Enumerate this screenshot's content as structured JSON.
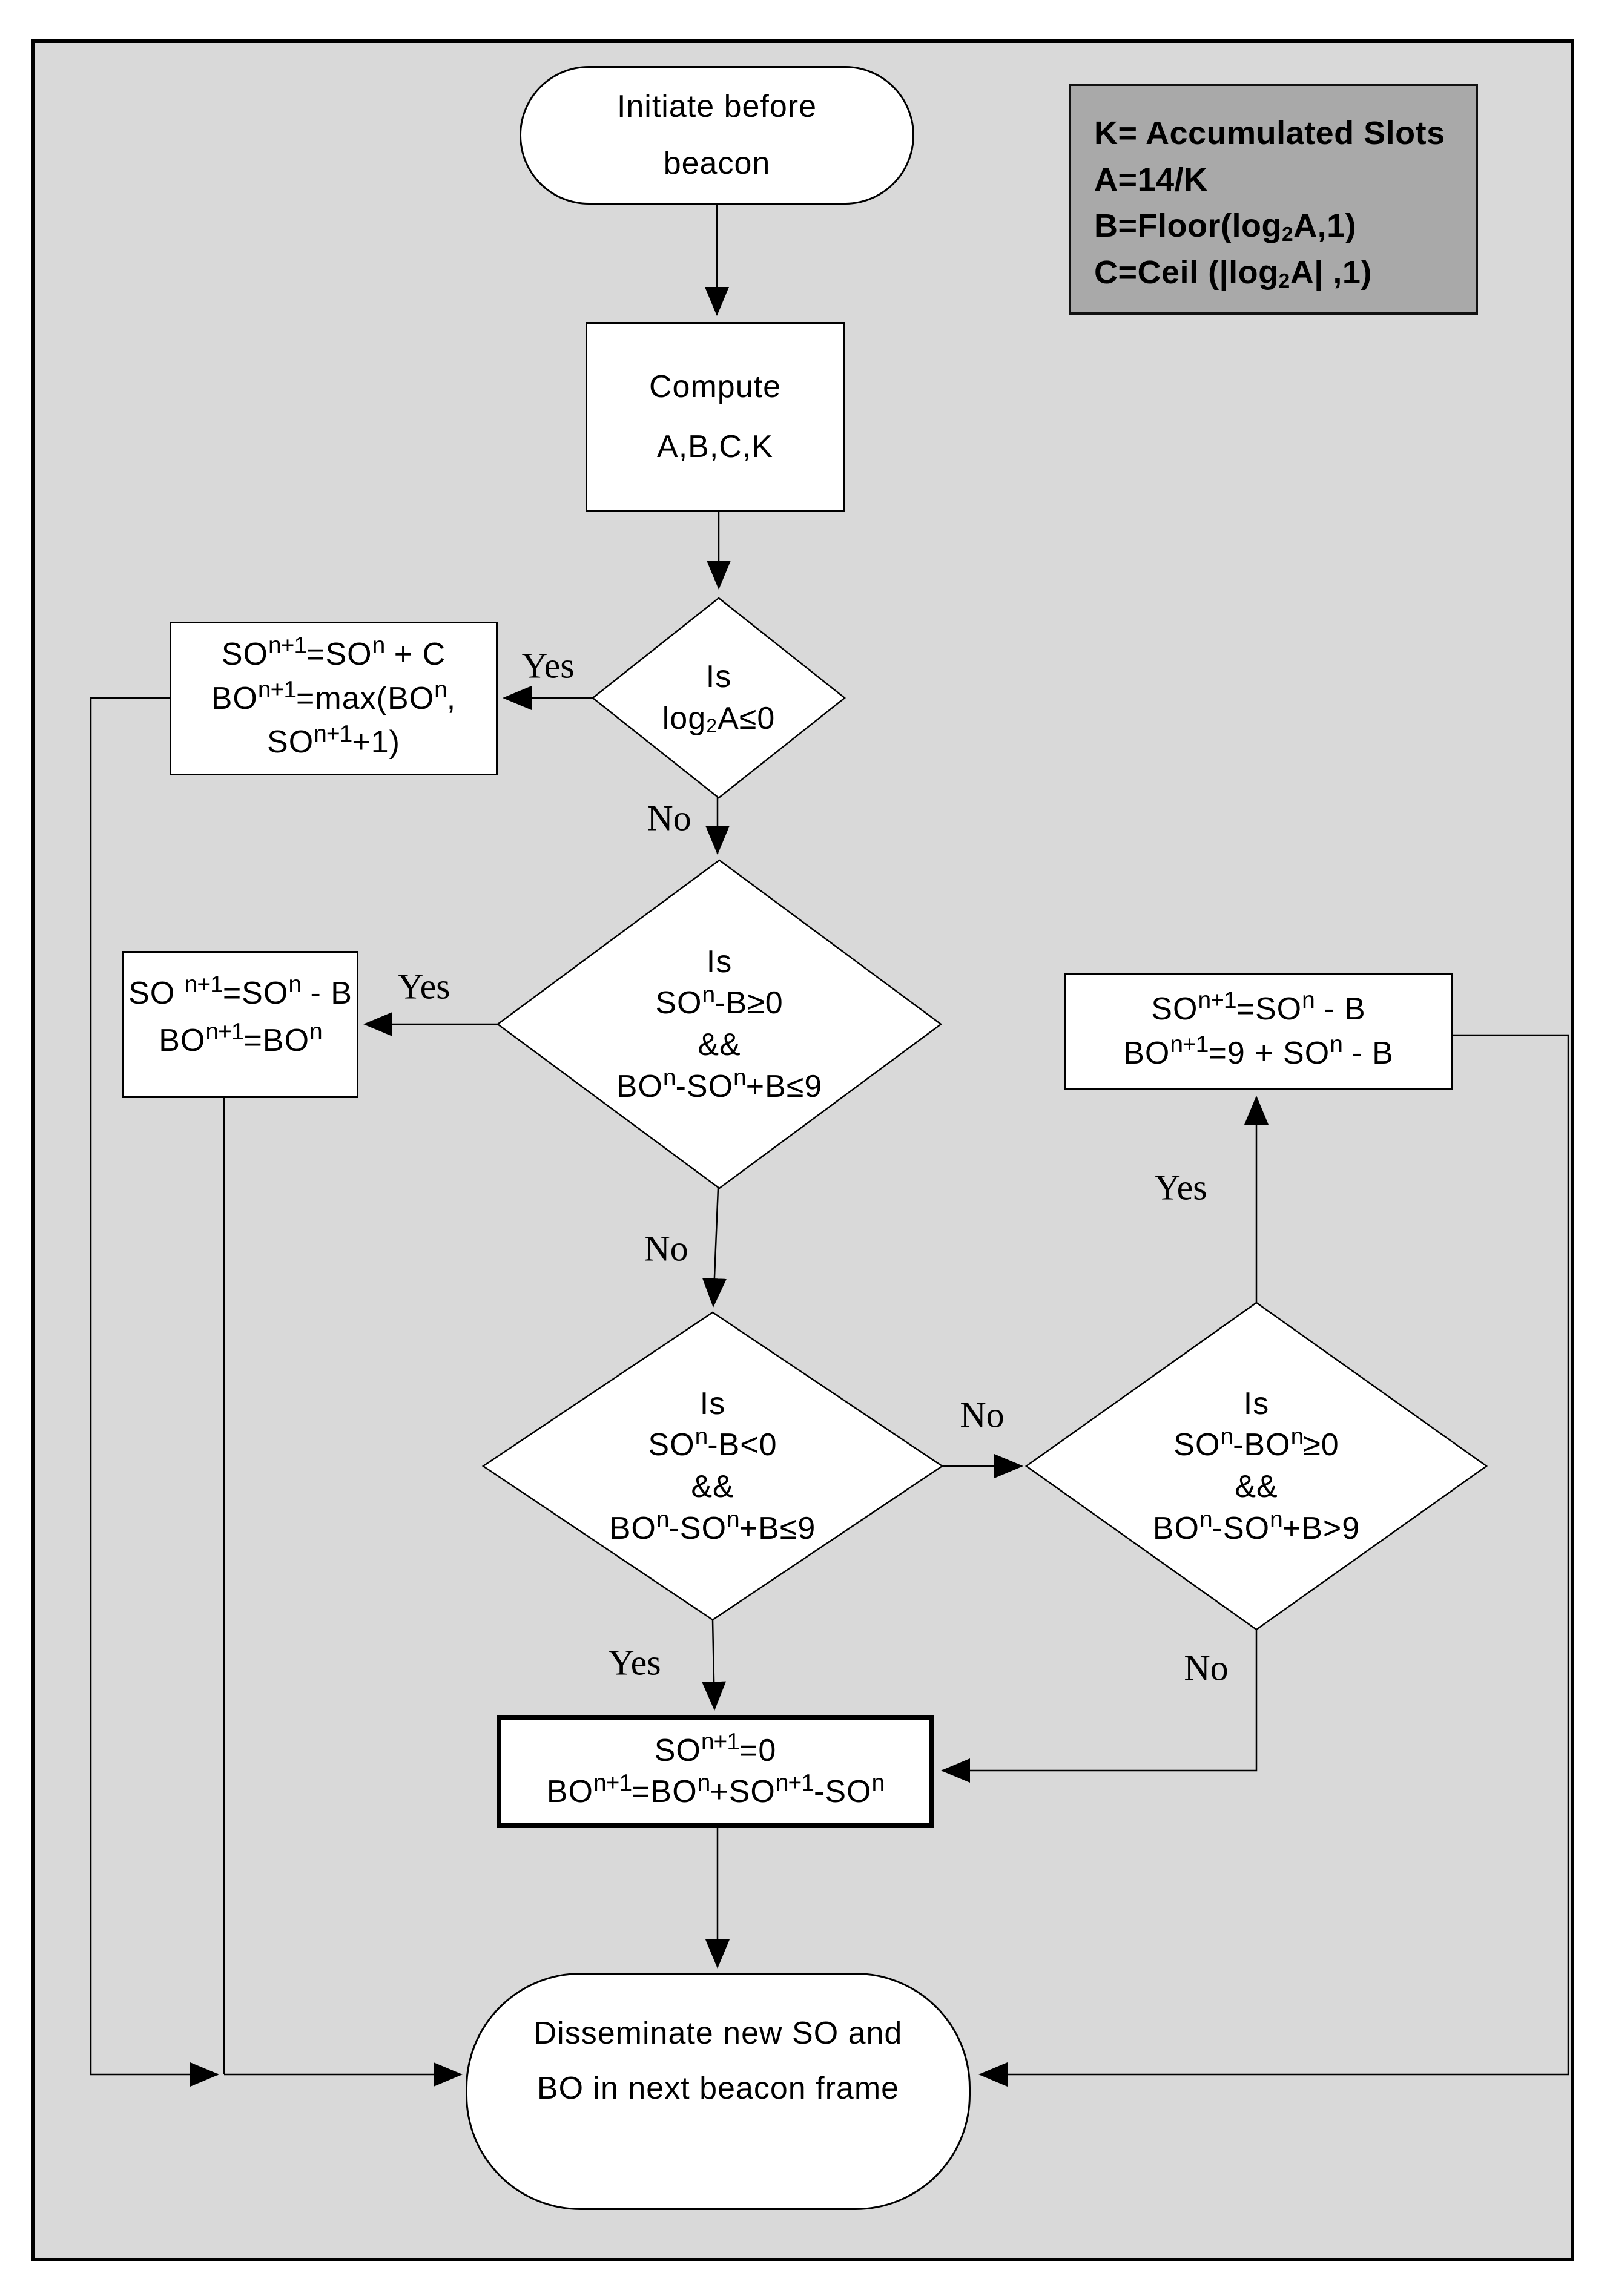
{
  "colors": {
    "panel_bg": "#d9d9d9",
    "legend_bg": "#a9a9a9",
    "node_fill": "#ffffff",
    "line": "#000000"
  },
  "nodes": {
    "start": {
      "lines": [
        "Initiate before",
        "beacon"
      ]
    },
    "legend": {
      "lines": [
        "K= Accumulated Slots",
        "A=14/K",
        "B=Floor(log_{2}A,1)",
        "C=Ceil (|log_{2}A| ,1)"
      ]
    },
    "compute": {
      "lines": [
        "Compute",
        "A,B,C,K"
      ]
    },
    "decision1": {
      "lines": [
        "Is",
        "log_{2}A≤0"
      ]
    },
    "box_increase": {
      "lines": [
        "SO^{n+1}=SO^{n} + C",
        "BO^{n+1}=max(BO^{n},",
        "SO^{n+1}+1)"
      ]
    },
    "decision2": {
      "lines": [
        "Is",
        "SO^{n}-B≥0",
        "&&",
        "BO^{n}-SO^{n}+B≤9"
      ]
    },
    "box_decrease": {
      "lines": [
        "SO ^{n+1}=SO^{n} - B",
        "BO^{n+1}=BO^{n}"
      ]
    },
    "box_wrap": {
      "lines": [
        "SO^{n+1}=SO^{n} - B",
        "BO^{n+1}=9 + SO^{n} - B"
      ]
    },
    "decision3": {
      "lines": [
        "Is",
        "SO^{n}-B<0",
        "&&",
        "BO^{n}-SO^{n}+B≤9"
      ]
    },
    "decision4": {
      "lines": [
        "Is",
        "SO^{n}-BO^{n}≥0",
        "&&",
        "BO^{n}-SO^{n}+B>9"
      ]
    },
    "box_zero": {
      "lines": [
        "SO^{n+1}=0",
        "BO^{n+1}=BO^{n}+SO^{n+1}-SO^{n}"
      ]
    },
    "end": {
      "lines": [
        "Disseminate new SO and",
        "BO in next beacon frame"
      ]
    }
  },
  "edge_labels": {
    "yes1": "Yes",
    "no1": "No",
    "yes2": "Yes",
    "no2": "No",
    "no3": "No",
    "yes4": "Yes",
    "yes3": "Yes",
    "no4": "No"
  }
}
